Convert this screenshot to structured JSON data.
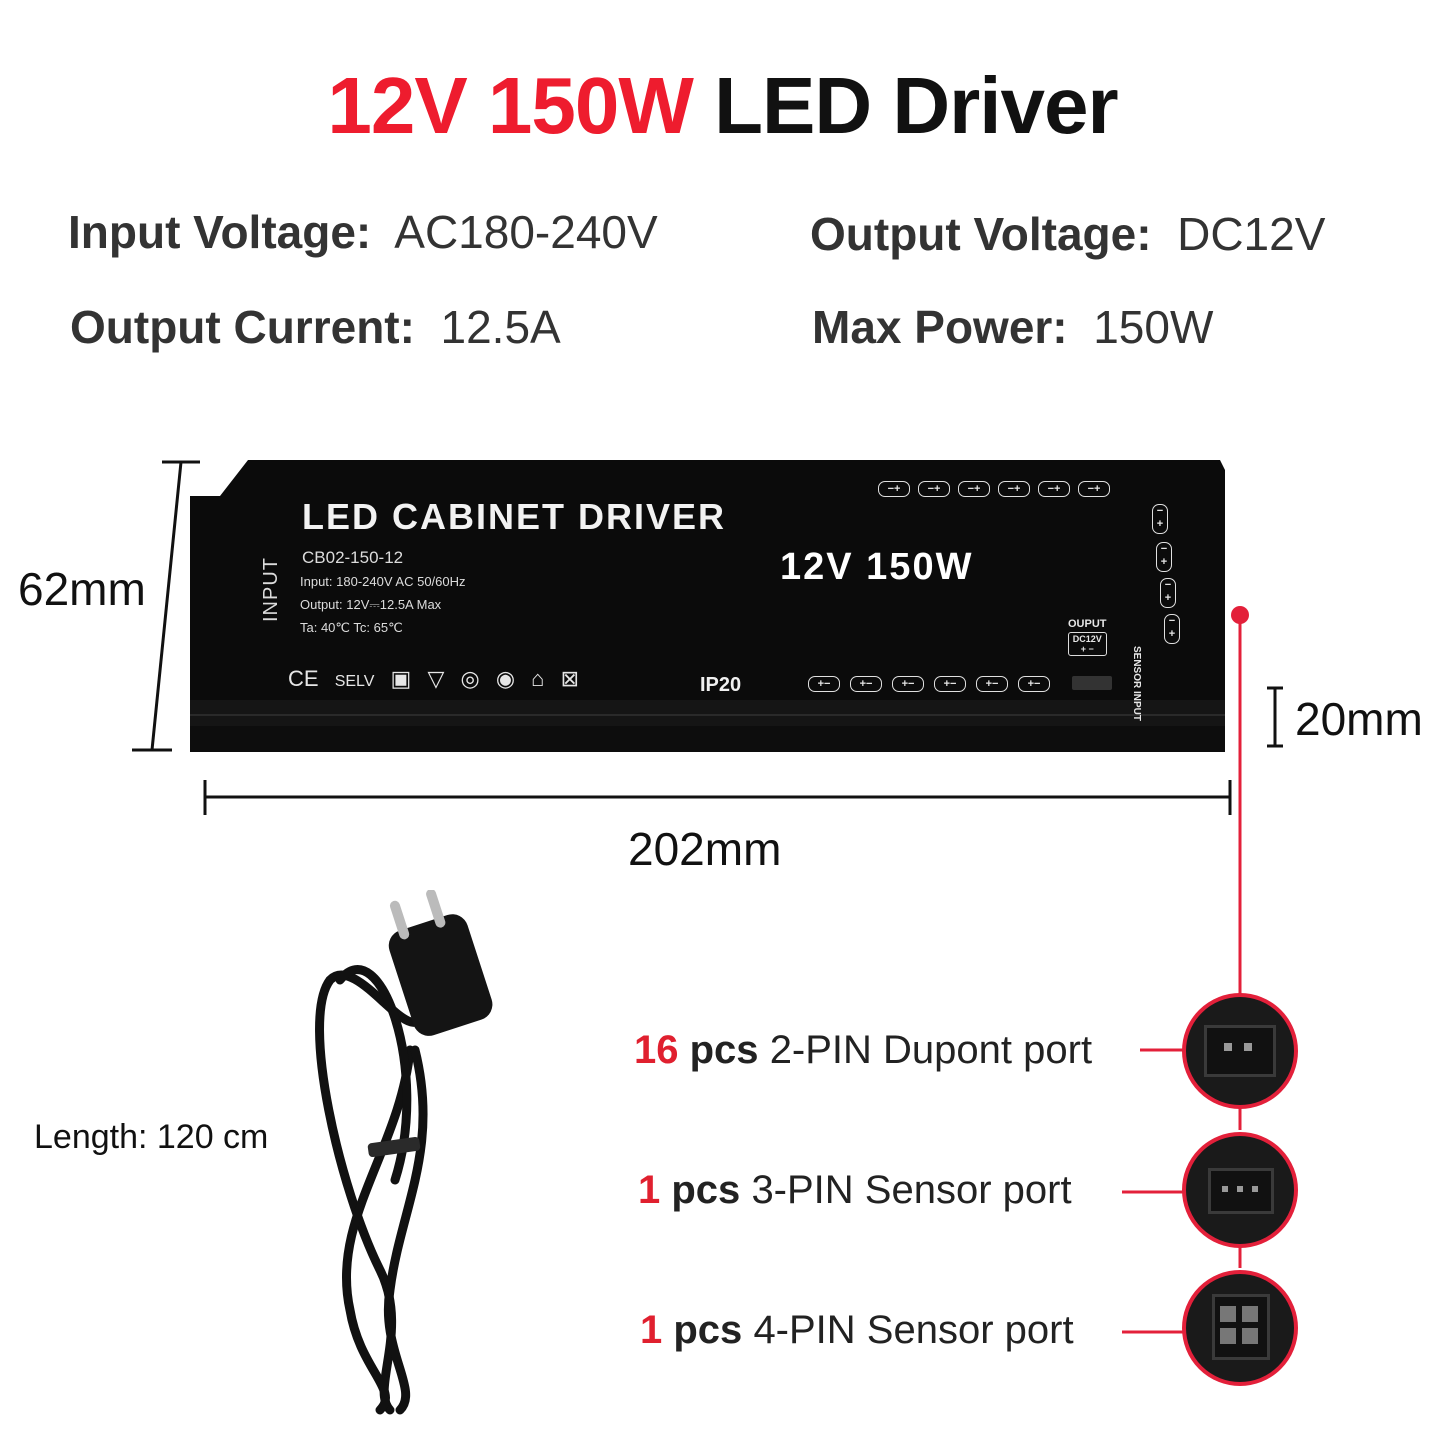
{
  "title": {
    "red": "12V 150W",
    "black": "LED Driver"
  },
  "specs": {
    "input_voltage": {
      "label": "Input Voltage:",
      "value": "AC180-240V"
    },
    "output_voltage": {
      "label": "Output Voltage:",
      "value": "DC12V"
    },
    "output_current": {
      "label": "Output Current:",
      "value": "12.5A"
    },
    "max_power": {
      "label": "Max Power:",
      "value": "150W"
    }
  },
  "dimensions": {
    "height": "62mm",
    "depth": "20mm",
    "length": "202mm"
  },
  "driver_label": {
    "title": "LED CABINET DRIVER",
    "model": "CB02-150-12",
    "input_line": "Input: 180-240V AC   50/60Hz",
    "output_line": "Output: 12V⎓12.5A Max",
    "temp_line": "Ta: 40℃    Tc: 65℃",
    "input_side": "INPUT",
    "rating": "12V 150W",
    "ip": "IP20",
    "ouput": "OUPUT",
    "dc12v": "DC12V",
    "sensor": "SENSOR INPUT",
    "certs": [
      "CE",
      "SELV"
    ]
  },
  "cable": {
    "label": "Length: 120 cm"
  },
  "ports": [
    {
      "count": "16",
      "pcs": "pcs",
      "name": "2-PIN Dupont port"
    },
    {
      "count": "1",
      "pcs": "pcs",
      "name": "3-PIN Sensor port"
    },
    {
      "count": "1",
      "pcs": "pcs",
      "name": "4-PIN Sensor port"
    }
  ],
  "colors": {
    "accent": "#ee1c2e",
    "driver_body": "#0a0a0a"
  }
}
